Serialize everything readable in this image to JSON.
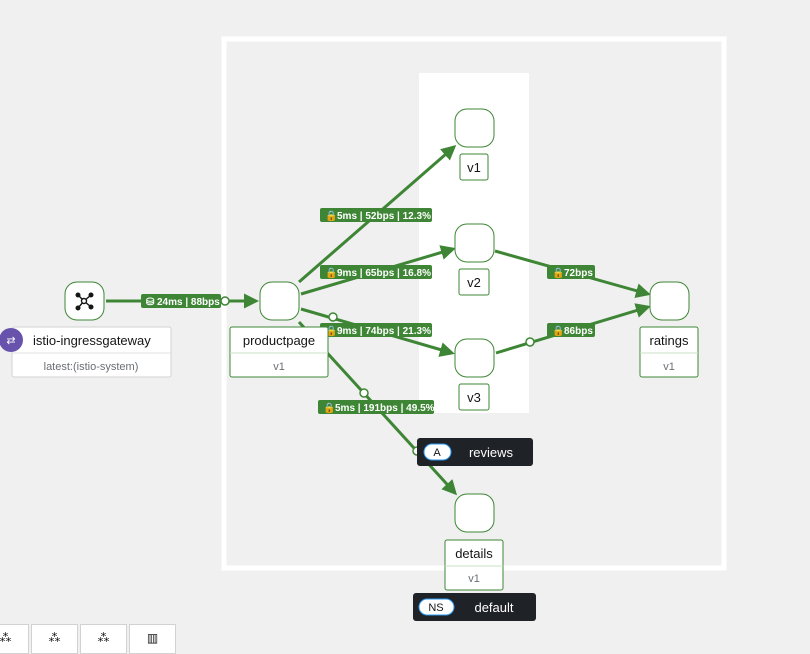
{
  "colors": {
    "edge": "#3e8635",
    "node_border": "#3e8635",
    "tag_bg": "#1f2226",
    "gateway_badge": "#6753ac"
  },
  "nodes": {
    "ingress": {
      "name": "istio-ingressgateway",
      "sub": "latest:(istio-system)",
      "icon": "gateway-icon"
    },
    "productpage": {
      "name": "productpage",
      "sub": "v1"
    },
    "reviews_v1": {
      "name": "v1"
    },
    "reviews_v2": {
      "name": "v2"
    },
    "reviews_v3": {
      "name": "v3"
    },
    "ratings": {
      "name": "ratings",
      "sub": "v1"
    },
    "details": {
      "name": "details",
      "sub": "v1"
    }
  },
  "edges": {
    "ingress_productpage": "24ms | 88bps",
    "productpage_v1": "5ms | 52bps | 12.3%",
    "productpage_v2": "9ms | 65bps | 16.8%",
    "productpage_v3": "9ms | 74bps | 21.3%",
    "productpage_details": "5ms | 191bps | 49.5%",
    "v2_ratings": "72bps",
    "v3_ratings": "86bps"
  },
  "app_box": {
    "badge": "A",
    "name": "reviews"
  },
  "namespace_box": {
    "badge": "NS",
    "name": "default"
  },
  "toolbar": [
    "topology-icon",
    "topology-icon",
    "topology-icon",
    "map-icon"
  ]
}
